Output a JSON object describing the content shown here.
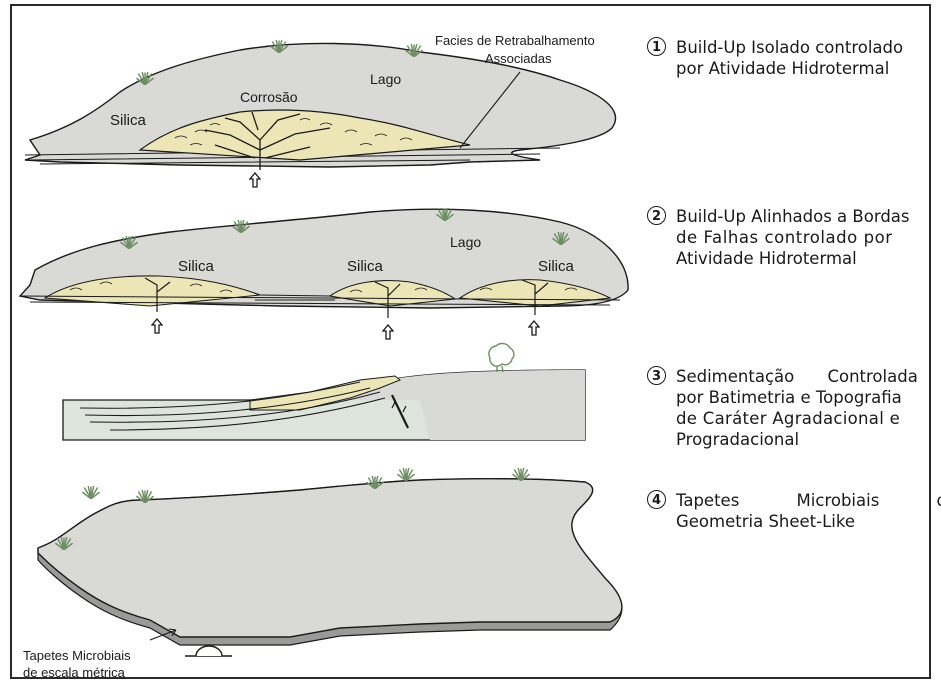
{
  "colors": {
    "platform": "#d9d9d6",
    "facies": "#ece6b6",
    "outline": "#1a1a1a",
    "grass": "#6d8f62",
    "section_shade": "#dde4dc"
  },
  "diagram1": {
    "lago": "Lago",
    "silica": "Silica",
    "corrosao": "Corrosão",
    "facies_line1": "Facies de Retrabalhamento",
    "facies_line2": "Associadas"
  },
  "diagram2": {
    "lago": "Lago",
    "silica_left": "Silica",
    "silica_center": "Silica",
    "silica_right": "Silica"
  },
  "diagram4": {
    "label_line1": "Tapetes Microbiais",
    "label_line2": "de escala métrica"
  },
  "captions": [
    {
      "number": "1",
      "lines": [
        "Build-Up Isolado controlado",
        "por Atividade Hidrotermal"
      ]
    },
    {
      "number": "2",
      "lines": [
        "Build-Up Alinhados a Bordas",
        "de Falhas controlado por",
        "Atividade Hidrotermal"
      ]
    },
    {
      "number": "3",
      "lines": [
        "Sedimentação Controlada",
        "por Batimetria e Topografia",
        "de Caráter Agradacional e",
        "Progradacional"
      ]
    },
    {
      "number": "4",
      "lines": [
        "Tapetes Microbiais de",
        "Geometria Sheet-Like"
      ]
    }
  ]
}
